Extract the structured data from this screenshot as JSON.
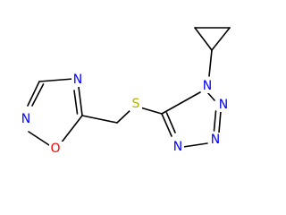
{
  "molecule": {
    "atoms": {
      "n_ring1_top": {
        "symbol": "N",
        "color": "#0000ff"
      },
      "n_ring1_left": {
        "symbol": "N",
        "color": "#0000ff"
      },
      "o_ring1": {
        "symbol": "O",
        "color": "#ff0000"
      },
      "s_thioether": {
        "symbol": "S",
        "color": "#b2b200"
      },
      "n_tetrazole_1": {
        "symbol": "N",
        "color": "#0000ff"
      },
      "n_tetrazole_2": {
        "symbol": "N",
        "color": "#0000ff"
      },
      "n_tetrazole_3": {
        "symbol": "N",
        "color": "#0000ff"
      },
      "n_tetrazole_4": {
        "symbol": "N",
        "color": "#0000ff"
      }
    },
    "bond_color": "#000000",
    "background": "#ffffff"
  }
}
